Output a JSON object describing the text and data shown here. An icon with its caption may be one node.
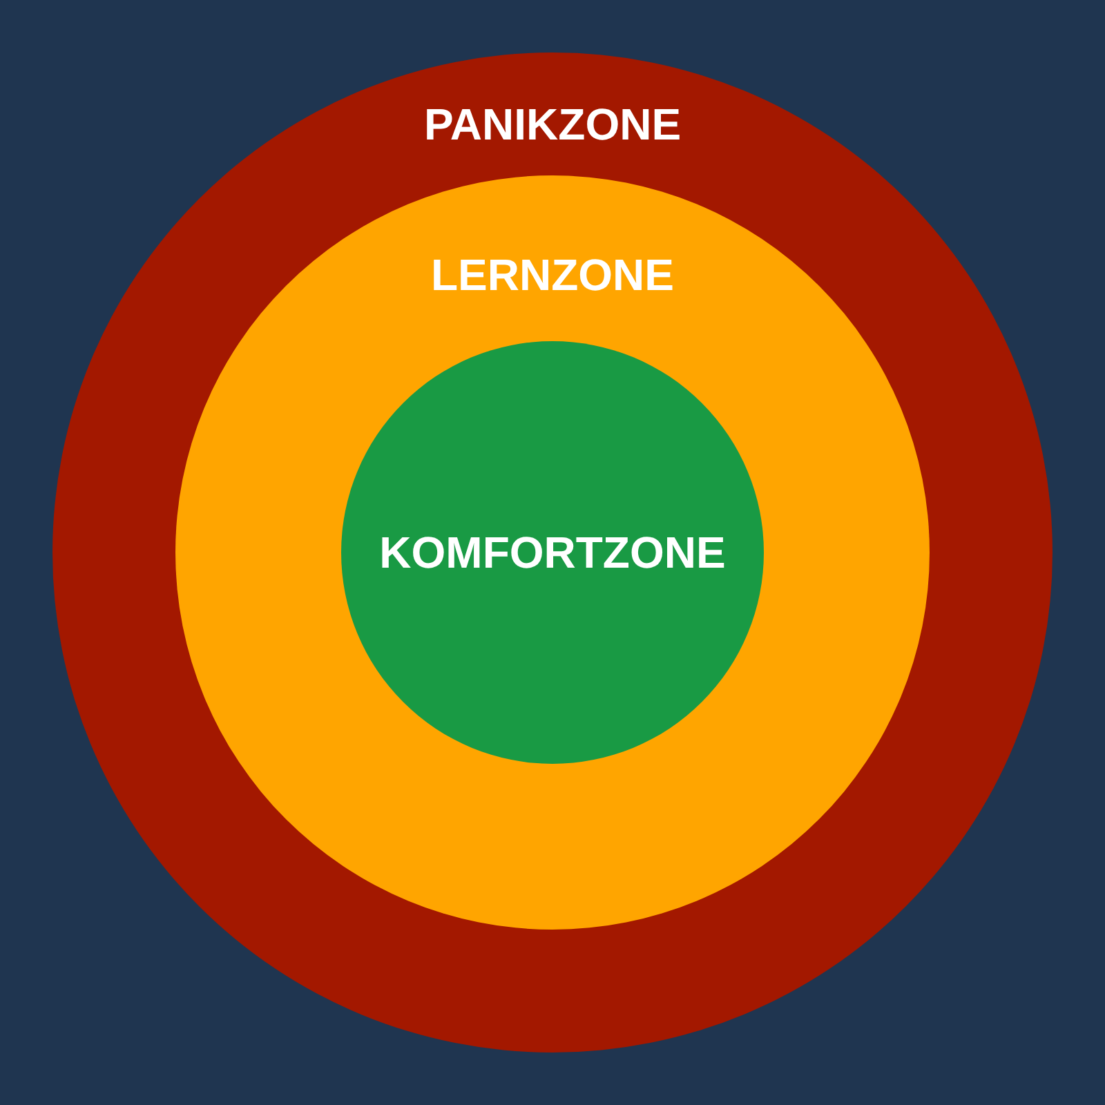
{
  "diagram": {
    "nodes": [
      {
        "text": [
          "PANIKZONE"
        ]
      },
      {
        "text": [
          "LERNZONE"
        ],
        "in": 0
      },
      {
        "text": [
          "KOMFORTZONE"
        ],
        "in": 1
      }
    ]
  }
}
